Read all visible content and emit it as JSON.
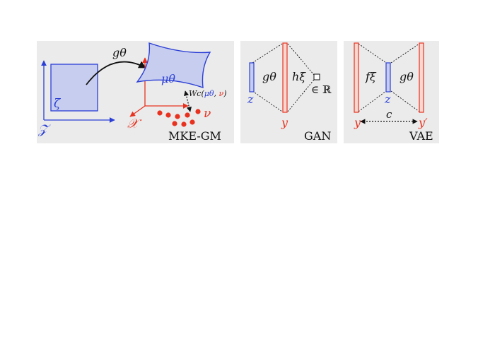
{
  "colors": {
    "panel_bg": "#ebebeb",
    "blue": "#2b3fd6",
    "blue_fill": "#c7cdee",
    "red": "#e8321f",
    "red_fill": "#f6d8d1",
    "black": "#111111"
  },
  "panels": {
    "mke": {
      "label": "MKE-GM",
      "latent_space": "𝒵",
      "latent_var": "ζ",
      "map": "gθ",
      "data_space": "𝒳",
      "pushforward": "μθ",
      "target": "ν",
      "distance": {
        "prefix": "Wc(",
        "mu": "μθ",
        "comma": ", ",
        "nu": "ν",
        "suffix": ")"
      }
    },
    "gan": {
      "label": "GAN",
      "z": "z",
      "g": "gθ",
      "h": "hξ",
      "y": "y",
      "out": "∈ ℝ"
    },
    "vae": {
      "label": "VAE",
      "y": "y",
      "f": "fξ",
      "g": "gθ",
      "z": "z",
      "y_prime": "y′",
      "c": "c"
    }
  }
}
